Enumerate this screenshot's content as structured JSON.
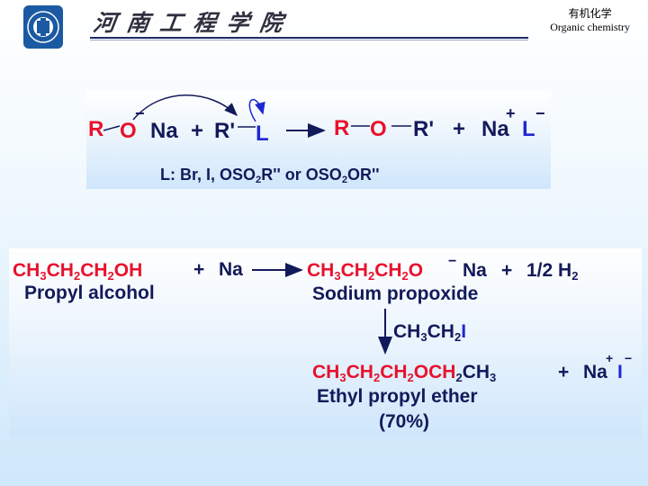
{
  "header": {
    "school_name": "河南工程学院",
    "course_cn": "有机化学",
    "course_en": "Organic chemistry"
  },
  "general": {
    "reactant_r": "R",
    "reactant_o": "O",
    "minus": "−",
    "reactant_na": "Na",
    "plus": "+",
    "reactant_r2": "R'",
    "leaving_l": "L",
    "product_r": "R",
    "product_o": "O",
    "product_r2": "R'",
    "plus2": "+",
    "product_na": "Na",
    "product_l": "L",
    "plus_charge": "+",
    "minus_charge": "−",
    "l_note_prefix": "L: Br, I, OSO",
    "l_note_sub1": "2",
    "l_note_mid": "R'' or OSO",
    "l_note_sub2": "2",
    "l_note_suffix": "OR''"
  },
  "example": {
    "propanol_formula": [
      "CH",
      "3",
      "CH",
      "2",
      "CH",
      "2",
      "OH"
    ],
    "plus1": "+",
    "na": "Na",
    "propanol_name": "Propyl alcohol",
    "propoxide_formula": [
      "CH",
      "3",
      "CH",
      "2",
      "CH",
      "2",
      "O"
    ],
    "propoxide_na": "Na",
    "plus2": "+",
    "h2": "1/2 H",
    "h2_sub": "2",
    "propoxide_name": "Sodium propoxide",
    "reagent": [
      "CH",
      "3",
      "CH",
      "2",
      "I"
    ],
    "ether_formula": [
      "CH",
      "3",
      "CH",
      "2",
      "CH",
      "2",
      "OCH",
      "2",
      "CH",
      "3"
    ],
    "plus3": "+",
    "nai_na": "Na",
    "nai_i": "I",
    "ether_name": "Ethyl propyl ether",
    "yield": "(70%)"
  },
  "colors": {
    "red": "#e8112d",
    "navy": "#131a5a",
    "blue": "#1d28d0"
  }
}
